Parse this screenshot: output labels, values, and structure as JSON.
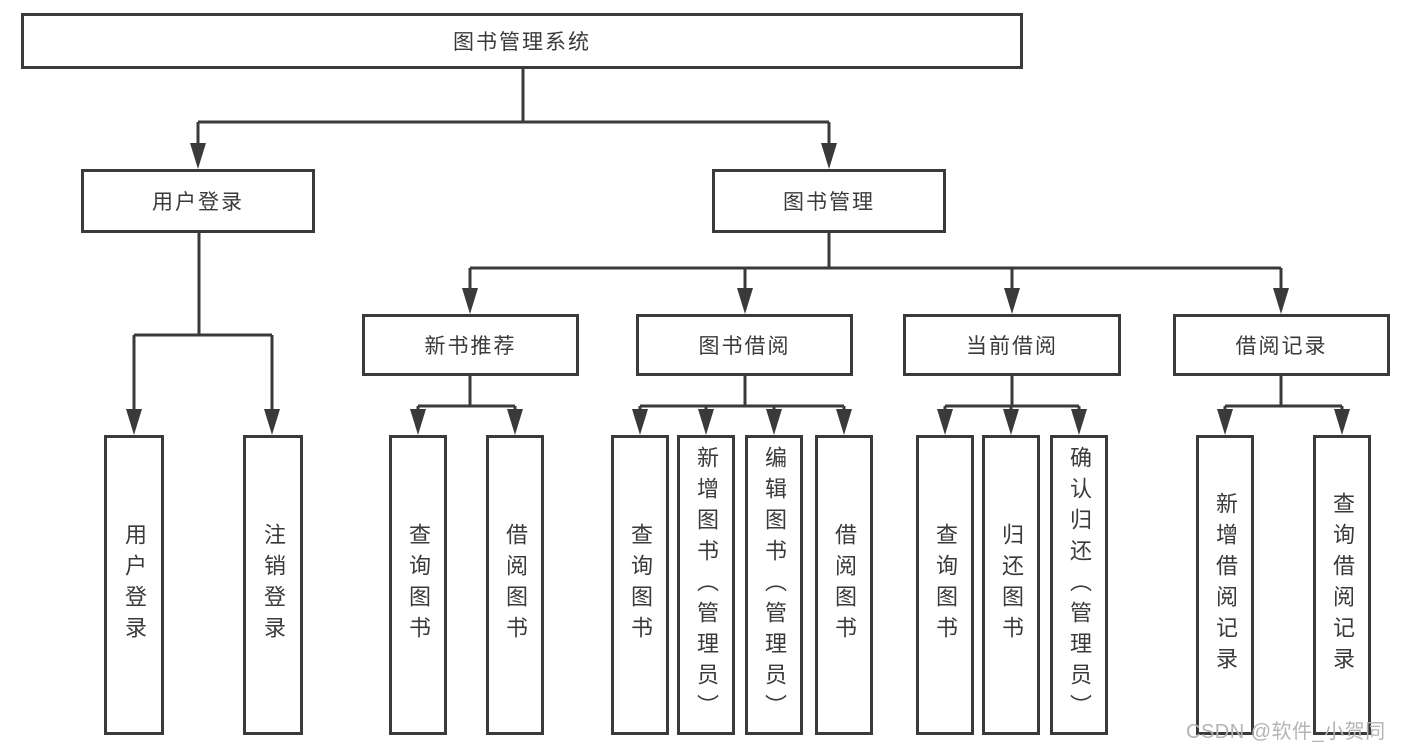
{
  "diagram": {
    "tree": {
      "root": {
        "label": "图书管理系统",
        "children": [
          {
            "label": "用户登录",
            "children": [
              {
                "label": "用户登录"
              },
              {
                "label": "注销登录"
              }
            ]
          },
          {
            "label": "图书管理",
            "children": [
              {
                "label": "新书推荐",
                "children": [
                  {
                    "label": "查询图书"
                  },
                  {
                    "label": "借阅图书"
                  }
                ]
              },
              {
                "label": "图书借阅",
                "children": [
                  {
                    "label": "查询图书"
                  },
                  {
                    "label": "新增图书（管理员）"
                  },
                  {
                    "label": "编辑图书（管理员）"
                  },
                  {
                    "label": "借阅图书"
                  }
                ]
              },
              {
                "label": "当前借阅",
                "children": [
                  {
                    "label": "查询图书"
                  },
                  {
                    "label": "归还图书"
                  },
                  {
                    "label": "确认归还（管理员）"
                  }
                ]
              },
              {
                "label": "借阅记录",
                "children": [
                  {
                    "label": "新增借阅记录"
                  },
                  {
                    "label": "查询借阅记录"
                  }
                ]
              }
            ]
          }
        ]
      }
    }
  },
  "watermark": {
    "text": "CSDN @软件_小贺同学"
  },
  "colors": {
    "line": "#3a3a3a",
    "text": "#3a3a3a",
    "watermark": "#b4b4b4",
    "bg": "#ffffff"
  }
}
